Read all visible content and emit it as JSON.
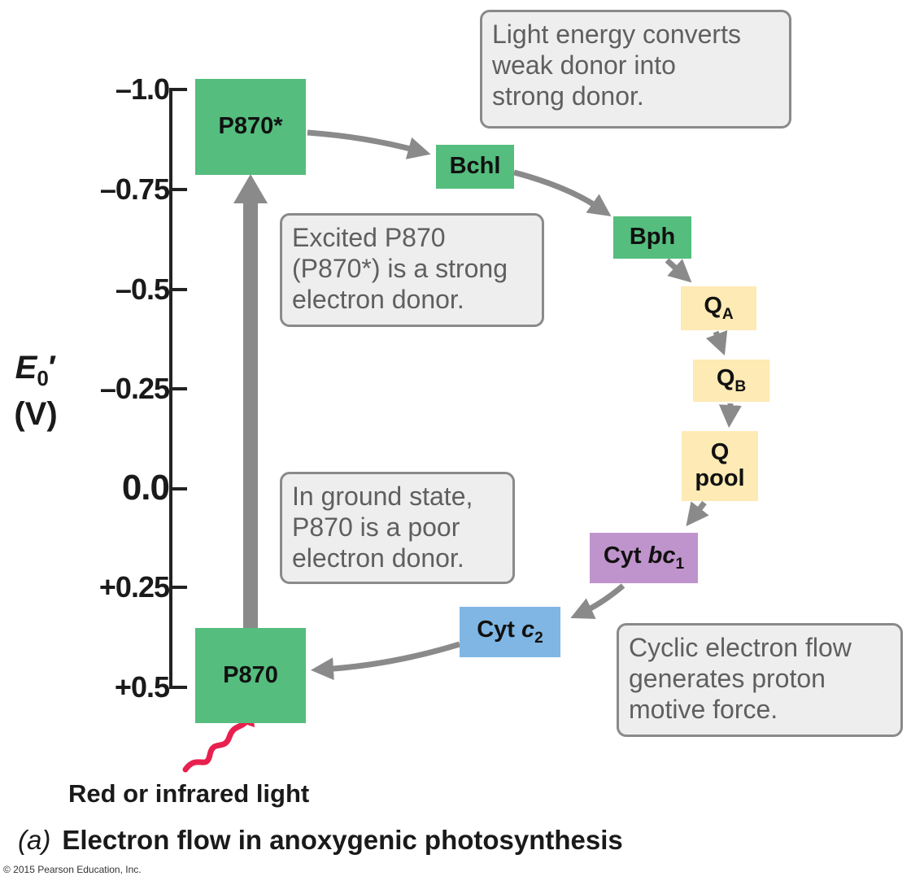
{
  "axis": {
    "label_symbol": "E",
    "label_sub": "0",
    "label_prime": "′",
    "label_unit": "(V)",
    "ticks": [
      "–1.0",
      "–0.75",
      "–0.5",
      "–0.25",
      "0.0",
      "+0.25",
      "+0.5"
    ]
  },
  "components": {
    "p870_excited": "P870*",
    "bchl": "Bchl",
    "bph": "Bph",
    "qa_main": "Q",
    "qa_sub": "A",
    "qb_main": "Q",
    "qb_sub": "B",
    "qpool_line1": "Q",
    "qpool_line2": "pool",
    "cytbc1_prefix": "Cyt ",
    "cytbc1_italic": "bc",
    "cytbc1_sub": "1",
    "cytc2_prefix": "Cyt ",
    "cytc2_italic": "c",
    "cytc2_sub": "2",
    "p870_ground": "P870"
  },
  "notes": {
    "light_energy": "Light energy converts\nweak donor into\nstrong donor.",
    "excited": "Excited P870\n(P870*) is a strong\nelectron donor.",
    "ground": "In ground state,\nP870 is a poor\nelectron donor.",
    "cyclic": "Cyclic electron flow\ngenerates proton\nmotive force."
  },
  "light_label": "Red or infrared light",
  "caption": {
    "part": "(a)",
    "title": "Electron flow in anoxygenic photosynthesis"
  },
  "copyright": "© 2015 Pearson Education, Inc.",
  "colors": {
    "green": "#55bd7e",
    "yellow": "#fdeab4",
    "purple": "#bf94cc",
    "blue": "#80b6e4",
    "arrow": "#8a8a8a",
    "light": "#e8204f"
  }
}
